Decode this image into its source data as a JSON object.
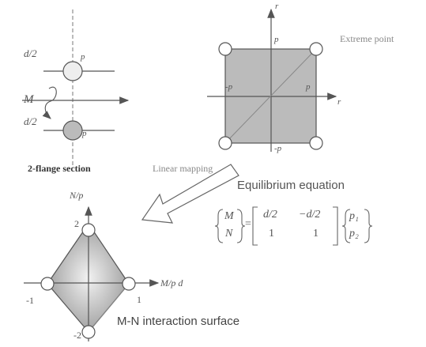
{
  "flange": {
    "half_depth_top": "d/2",
    "half_depth_bottom": "d/2",
    "moment": "M",
    "p_top": "p",
    "p_bottom": "p",
    "caption": "2-flange section"
  },
  "extreme": {
    "title": "Extreme point",
    "y_axis": "r",
    "x_axis": "r",
    "p_top": "p",
    "p_bottom": "-p",
    "p_left": "-p",
    "p_right": "p"
  },
  "mapping": {
    "label": "Linear mapping"
  },
  "equilibrium": {
    "title": "Equilibrium equation",
    "lhs_top": "M",
    "lhs_bottom": "N",
    "m11": "d/2",
    "m12": "−d/2",
    "m21": "1",
    "m22": "1",
    "rhs_top": "p₁",
    "rhs_bottom": "p₂"
  },
  "interaction": {
    "y_axis": "N/p",
    "x_axis": "M/p",
    "x_axis_suffix": "d",
    "tick_top": "2",
    "tick_bottom": "-2",
    "tick_left": "-1",
    "tick_right": "1",
    "caption": "M-N interaction surface"
  }
}
